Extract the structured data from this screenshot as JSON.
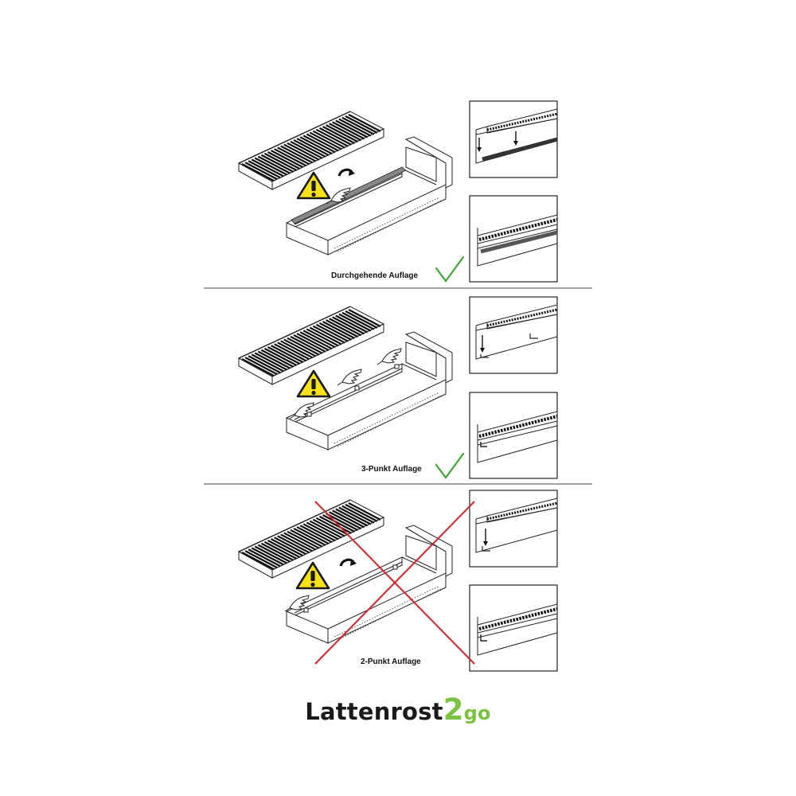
{
  "panels": [
    {
      "label": "Durchgehende Auflage",
      "status": "ok"
    },
    {
      "label": "3-Punkt Auflage",
      "status": "ok"
    },
    {
      "label": "2-Punkt Auflage",
      "status": "wrong"
    }
  ],
  "logo": {
    "base": "Lattenrost",
    "two": "2",
    "go": "go"
  },
  "colors": {
    "check": "#3fa535",
    "cross": "#d8232a",
    "warning": "#f7e21a",
    "logo_green": "#7cc242",
    "line": "#222222"
  }
}
